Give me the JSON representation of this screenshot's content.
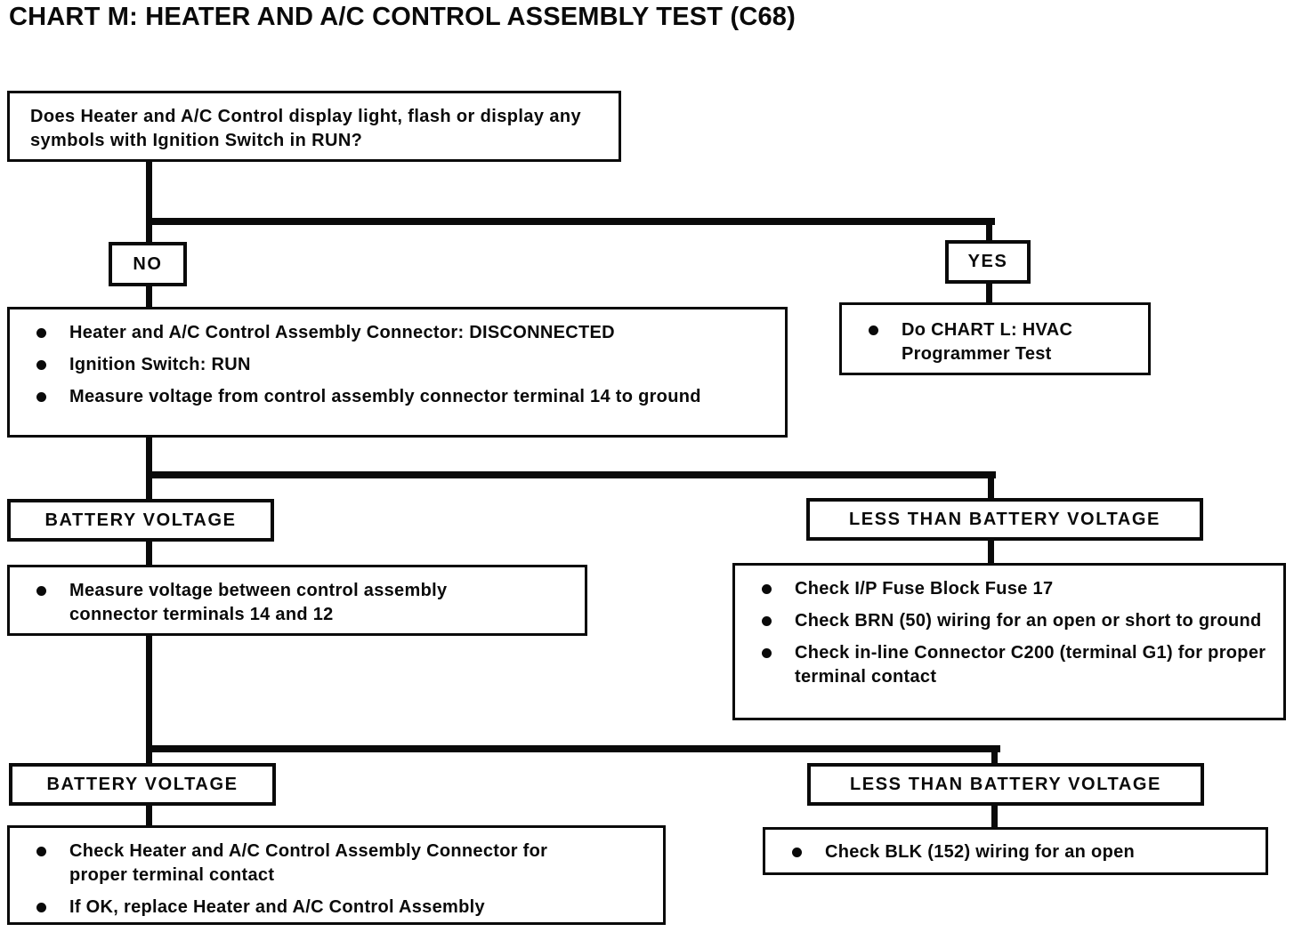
{
  "title": "CHART M: HEATER AND A/C CONTROL ASSEMBLY TEST (C68)",
  "colors": {
    "ink": "#0a0a0a",
    "paper": "#ffffff"
  },
  "flow": {
    "question": "Does Heater and A/C Control display light, flash or display any symbols with Ignition Switch in RUN?",
    "branch_no": {
      "label": "NO",
      "setup": {
        "items": [
          "Heater and A/C Control Assembly Connector: DISCONNECTED",
          "Ignition Switch: RUN",
          "Measure voltage from control assembly connector terminal 14 to ground"
        ]
      }
    },
    "branch_yes": {
      "label": "YES",
      "action": {
        "items": [
          "Do CHART L: HVAC Programmer Test"
        ]
      }
    },
    "row2": {
      "left_label": "BATTERY VOLTAGE",
      "left_action": {
        "items": [
          "Measure voltage between control assembly connector terminals 14 and 12"
        ]
      },
      "right_label": "LESS THAN BATTERY VOLTAGE",
      "right_action": {
        "items": [
          "Check I/P Fuse Block Fuse 17",
          "Check BRN (50) wiring for an open or short to ground",
          "Check in-line Connector C200 (terminal G1) for proper terminal contact"
        ]
      }
    },
    "row3": {
      "left_label": "BATTERY VOLTAGE",
      "left_action": {
        "items": [
          "Check Heater and A/C Control Assembly Connector for proper terminal contact",
          "If OK, replace Heater and A/C Control Assembly"
        ]
      },
      "right_label": "LESS THAN BATTERY VOLTAGE",
      "right_action": {
        "items": [
          "Check BLK (152) wiring for an open"
        ]
      }
    }
  }
}
